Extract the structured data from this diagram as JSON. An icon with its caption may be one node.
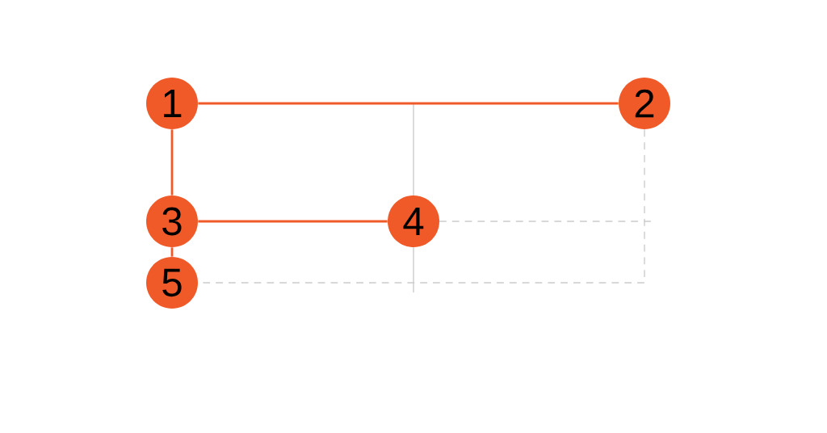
{
  "diagram": {
    "nodes": [
      {
        "text": [
          "1"
        ]
      },
      {
        "text": [
          "2"
        ]
      },
      {
        "text": [
          "3"
        ]
      },
      {
        "text": [
          "4"
        ]
      },
      {
        "text": [
          "5"
        ]
      }
    ],
    "edges": [
      {
        "from": 0,
        "to": 1,
        "arrow": "none"
      },
      {
        "from": 0,
        "to": 2,
        "arrow": "none"
      },
      {
        "from": 2,
        "to": 3,
        "arrow": "none"
      },
      {
        "from": 2,
        "to": 4,
        "arrow": "none"
      },
      {
        "from": 1,
        "to": 4,
        "arrow": "none",
        "style": "dashed",
        "color": "#cccccc"
      }
    ]
  }
}
